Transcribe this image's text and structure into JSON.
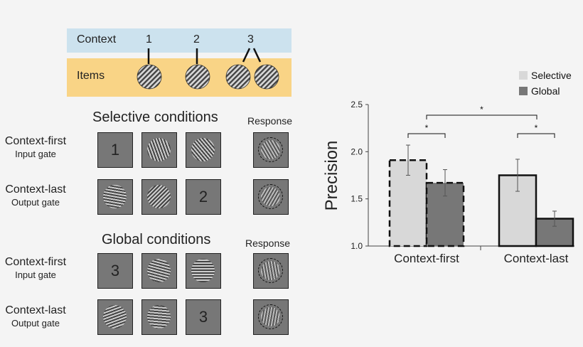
{
  "top": {
    "context_label": "Context",
    "items_label": "Items",
    "context_numbers": [
      "1",
      "2",
      "3"
    ]
  },
  "selective": {
    "title": "Selective conditions",
    "response_label": "Response",
    "rows": [
      {
        "line1": "Context-first",
        "line2": "Input gate",
        "cue": "1"
      },
      {
        "line1": "Context-last",
        "line2": "Output gate",
        "cue": "2"
      }
    ]
  },
  "global": {
    "title": "Global conditions",
    "response_label": "Response",
    "rows": [
      {
        "line1": "Context-first",
        "line2": "Input gate",
        "cue": "3"
      },
      {
        "line1": "Context-last",
        "line2": "Output gate",
        "cue": "3"
      }
    ]
  },
  "colors": {
    "context_band": "#cce2ee",
    "items_band": "#f9d486",
    "tile": "#777777",
    "selective_bar": "#d8d8d8",
    "global_bar": "#777777"
  },
  "chart_data": {
    "type": "bar",
    "title": "",
    "xlabel": "",
    "ylabel": "Precision",
    "ylim": [
      1.0,
      2.5
    ],
    "yticks": [
      "1.0",
      "1.5",
      "2.0",
      "2.5"
    ],
    "categories": [
      "Context-first",
      "Context-last"
    ],
    "series": [
      {
        "name": "Selective",
        "values": [
          1.91,
          1.75
        ],
        "errors": [
          0.16,
          0.17
        ]
      },
      {
        "name": "Global",
        "values": [
          1.67,
          1.29
        ],
        "errors": [
          0.14,
          0.08
        ]
      }
    ],
    "significance": [
      "*",
      "*",
      "*"
    ],
    "legend_position": "top-right",
    "grid": false
  }
}
